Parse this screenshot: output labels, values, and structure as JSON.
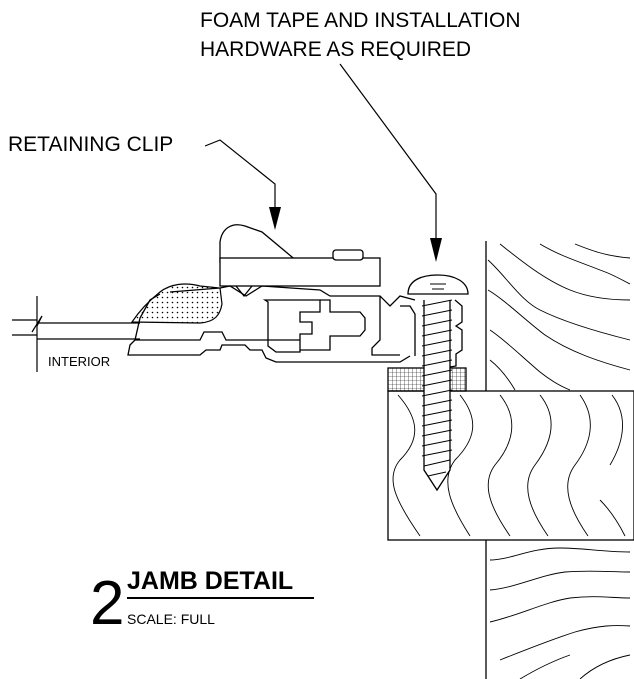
{
  "callouts": {
    "foam_line1": "FOAM TAPE AND INSTALLATION",
    "foam_line2": "HARDWARE AS REQUIRED",
    "retaining_clip": "RETAINING CLIP",
    "interior": "INTERIOR"
  },
  "title_block": {
    "number": "2",
    "title": "JAMB DETAIL",
    "scale": "SCALE:  FULL"
  },
  "colors": {
    "line": "#000000",
    "background": "#ffffff"
  }
}
